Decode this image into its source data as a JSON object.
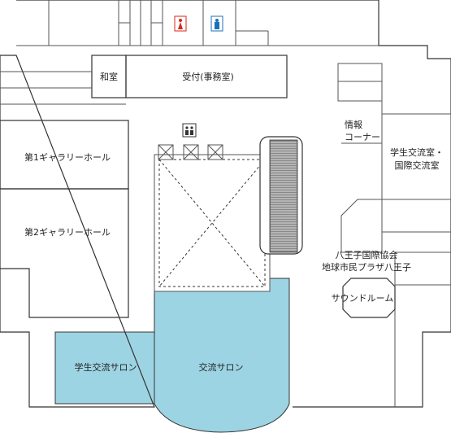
{
  "rooms": {
    "japanese_room": "和室",
    "reception": "受付(事務室)",
    "gallery_1": "第1ギャラリーホール",
    "gallery_2": "第2ギャラリーホール",
    "info_corner_line1": "情報",
    "info_corner_line2": "コーナー",
    "student_room_line1": "学生交流室・",
    "student_room_line2": "国際交流室",
    "association_line1": "八王子国際協会",
    "association_line2": "地球市民プラザ八王子",
    "sound_room": "サウンドルーム",
    "student_salon": "学生交流サロン",
    "exchange_salon": "交流サロン"
  },
  "icons": {
    "restroom_female": "female-restroom-icon",
    "restroom_male": "male-restroom-icon",
    "elevator": "elevator-icon"
  },
  "colors": {
    "salon_fill": "#9dd4e3",
    "female": "#d9261c",
    "male": "#1b6fb8",
    "wall": "#333333"
  }
}
